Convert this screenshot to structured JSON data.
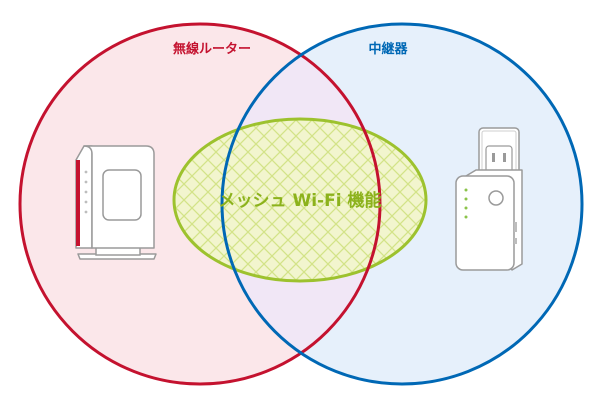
{
  "diagram": {
    "type": "venn",
    "sets": [
      {
        "id": "router",
        "label": "無線ルーター",
        "color": "#c4122f",
        "fill": "#fbe7ea"
      },
      {
        "id": "repeater",
        "label": "中継器",
        "color": "#0068b5",
        "fill": "#e6f0fb"
      }
    ],
    "intersection": {
      "fill": "#f1e7f6"
    },
    "center": {
      "label": "メッシュ Wi-Fi 機能",
      "outline_color": "#9dc22e",
      "fill": "#f2f5ce",
      "text_color": "#8cb21c"
    },
    "devices": [
      {
        "id": "router-device",
        "icon": "wireless-router-icon"
      },
      {
        "id": "repeater-device",
        "icon": "wifi-repeater-icon"
      }
    ]
  }
}
